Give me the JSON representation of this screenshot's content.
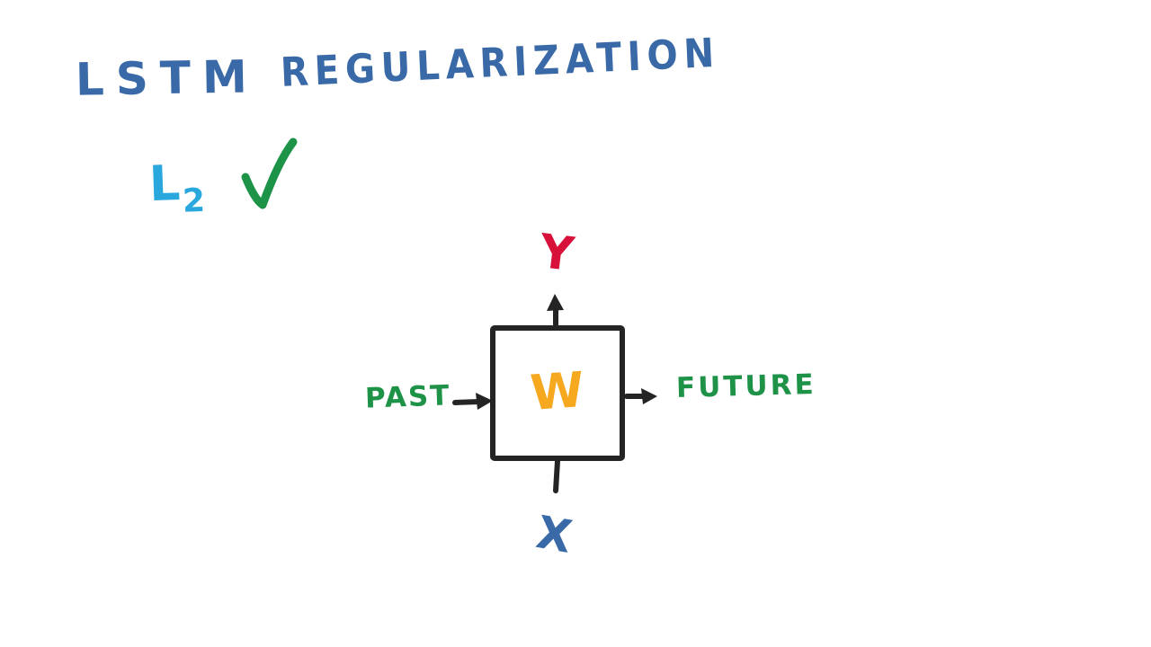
{
  "background_color": "#ffffff",
  "title": {
    "word1": "LSTM",
    "word2": "REGULARIZATION",
    "color": "#3a69a8"
  },
  "note": {
    "base": "L",
    "subscript": "2",
    "color": "#2aa8de",
    "check_icon": "checkmark",
    "check_color": "#1d9348"
  },
  "diagram": {
    "node": {
      "label": "W",
      "label_color": "#f6a81f",
      "border_color": "#242424"
    },
    "output_label": {
      "text": "Y",
      "color": "#d8113a",
      "position": "top"
    },
    "input_label": {
      "text": "X",
      "color": "#3a69a8",
      "position": "bottom"
    },
    "left_label": {
      "text": "PAST",
      "color": "#1e9348"
    },
    "right_label": {
      "text": "FUTURE",
      "color": "#1e9348"
    },
    "stroke_color": "#242424"
  }
}
